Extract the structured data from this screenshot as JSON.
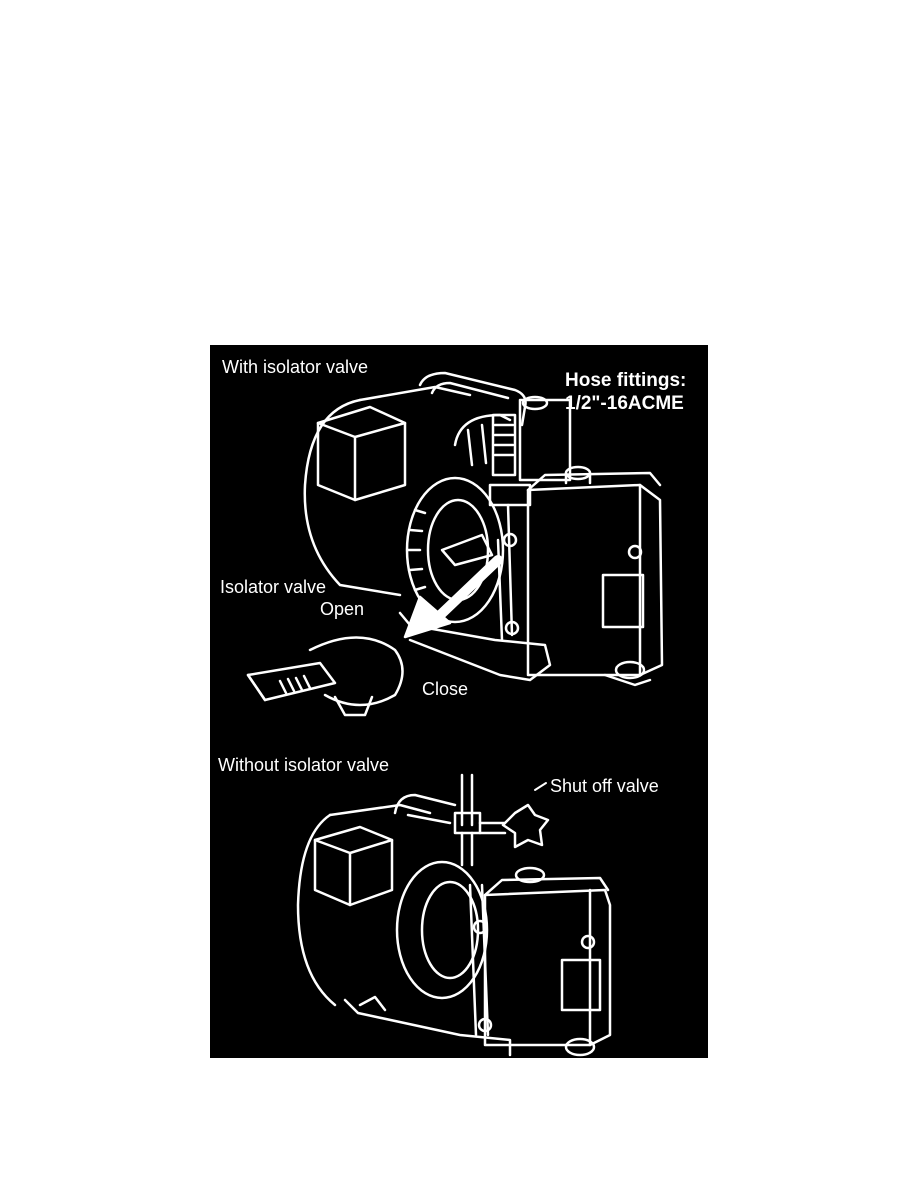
{
  "figure": {
    "top_label": "With isolator valve",
    "hose_line1": "Hose fittings:",
    "hose_line2": "1/2\"-16ACME",
    "isolator_label": "Isolator valve",
    "open_label": "Open",
    "close_label": "Close",
    "bottom_label": "Without isolator valve",
    "shutoff_label": "Shut off valve"
  },
  "colors": {
    "background": "#000000",
    "linework": "#ffffff",
    "page": "#ffffff"
  }
}
